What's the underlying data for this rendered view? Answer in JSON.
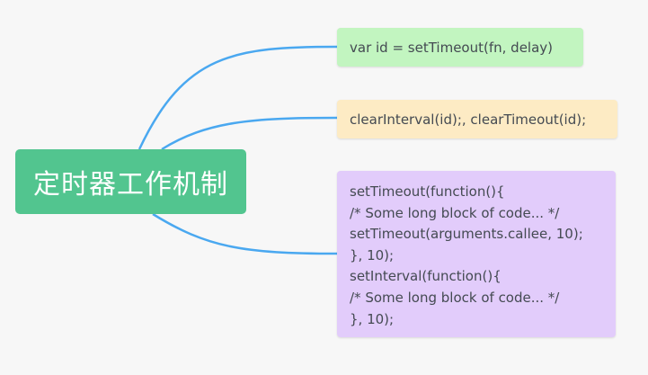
{
  "mindmap": {
    "root": {
      "label": "定时器工作机制"
    },
    "branches": [
      {
        "label": "var id = setTimeout(fn, delay)",
        "color": "#c2f5c0"
      },
      {
        "label": "clearInterval(id);, clearTimeout(id);",
        "color": "#fdebc4"
      },
      {
        "color": "#e2ccfb",
        "lines": [
          "setTimeout(function(){",
          "/* Some long block of code... */",
          "setTimeout(arguments.callee, 10);",
          "}, 10);",
          "setInterval(function(){",
          "/* Some long block of code... */",
          "}, 10);"
        ]
      }
    ],
    "colors": {
      "root": "#52c58f",
      "connector": "#4aa8f0",
      "background": "#f7f7f7"
    }
  }
}
